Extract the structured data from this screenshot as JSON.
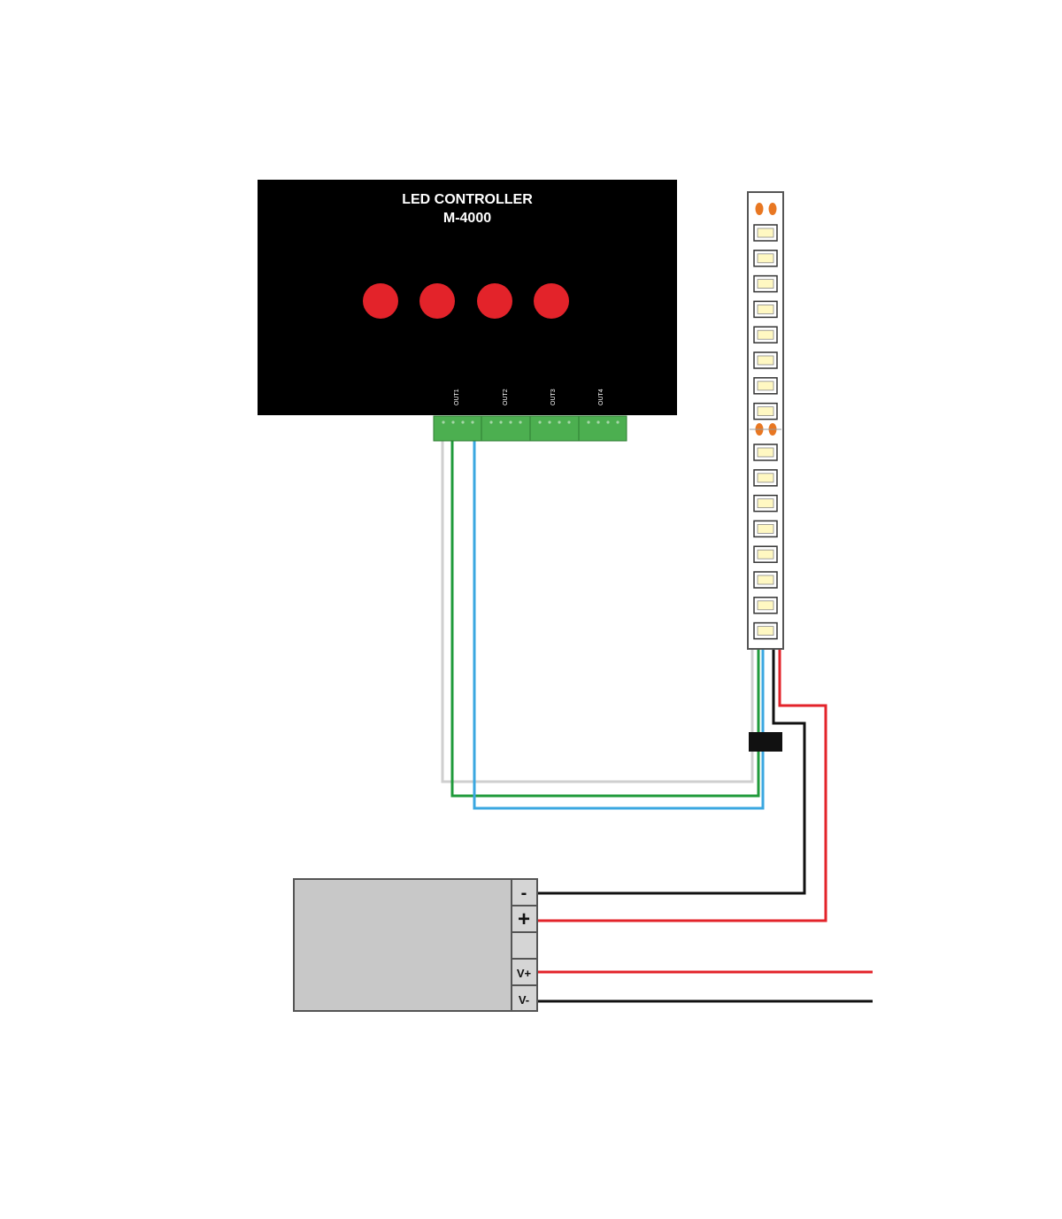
{
  "controller": {
    "title_line1": "LED CONTROLLER",
    "title_line2": "M-4000",
    "buttons": [
      "button-1",
      "button-2",
      "button-3",
      "button-4"
    ],
    "button_color": "#e3232a",
    "body_color": "#000000",
    "outputs": [
      "OUT1",
      "OUT2",
      "OUT3",
      "OUT4"
    ],
    "terminal_color": "#4caf50"
  },
  "led_strip": {
    "segments": 2,
    "leds_per_segment": 8,
    "pad_color": "#e87722",
    "led_color": "#fff8c2"
  },
  "power_supply": {
    "terminals": [
      "-",
      "+",
      "",
      "V+",
      "V-"
    ],
    "body_color": "#c8c8c8"
  },
  "wires": {
    "data_colors": [
      "#cfcfcf",
      "#1f9a3a",
      "#3aa7e0"
    ],
    "positive_color": "#e3232a",
    "negative_color": "#111111"
  }
}
